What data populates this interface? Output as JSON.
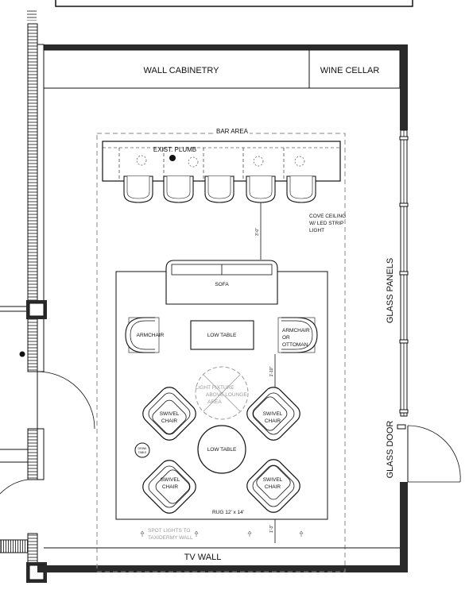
{
  "labels": {
    "wall_cabinetry": "WALL CABINETRY",
    "wine_cellar": "WINE CELLAR",
    "bar_area": "BAR  AREA",
    "exist_plumb": "EXIST. PLUMB",
    "cove_ceiling": [
      "COVE CEILING",
      "W/ LED STRIP",
      "LIGHT"
    ],
    "dim_bar": "3'-0\"",
    "sofa": "SOFA",
    "armchair_left": "ARMCHAIR",
    "armchair_right": [
      "ARMCHAIR",
      "OR",
      "OTTOMAN"
    ],
    "low_table_top": "LOW TABLE",
    "light_fixture": [
      "LIGHT FIXTURE",
      "ABOVE LOUNGE",
      "AREA"
    ],
    "dim_chair": "1'-10\"",
    "swivel_chair": [
      "SWIVEL",
      "CHAIR"
    ],
    "drink_table": [
      "DRINK",
      "TABLE"
    ],
    "low_table_round": "LOW TABLE",
    "rug": "RUG 12' x 14'",
    "spot_lights": [
      "SPOT LIGHTS TO",
      "TAXIDERMY WALL"
    ],
    "dim_bottom": "1'-3\"",
    "tv_wall": "TV WALL",
    "glass_panels": "GLASS PANELS",
    "glass_door": "GLASS DOOR"
  },
  "colors": {
    "line": "#111111",
    "dashed": "#8a8a8a",
    "wall_fill": "#2a2a2a"
  }
}
